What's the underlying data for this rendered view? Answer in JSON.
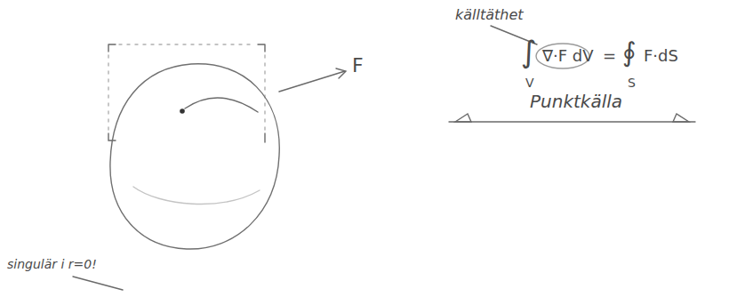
{
  "diagram": {
    "labels": [
      "källtäthet",
      "F",
      "∫",
      "V",
      "∇·F dV",
      "=",
      "∮",
      "S",
      "F·dS",
      "Punktkälla",
      "singulär i r=0!"
    ]
  }
}
